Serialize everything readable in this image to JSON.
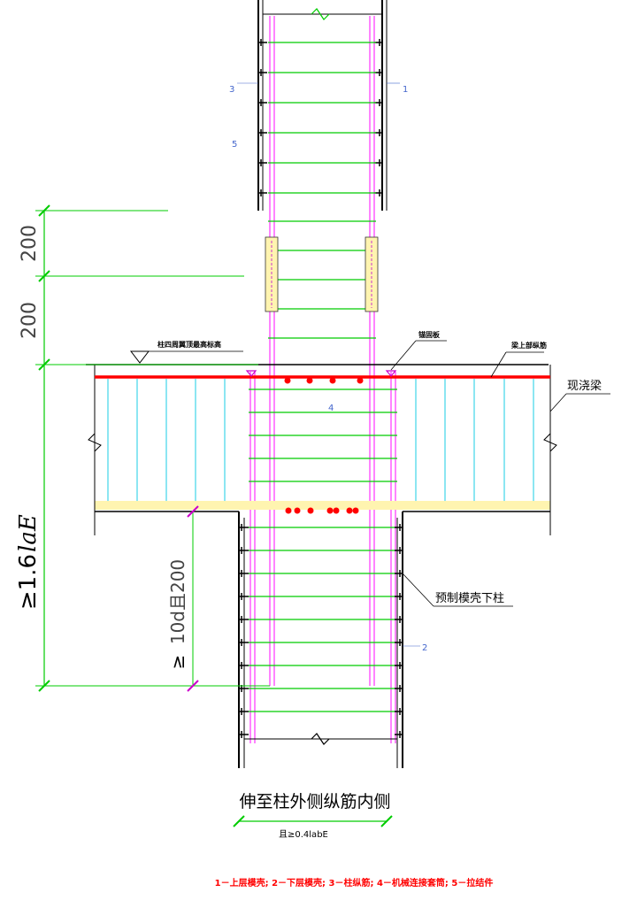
{
  "labels": {
    "dim_200_upper": "200",
    "dim_200_lower": "200",
    "anchor_prefix": "≥1.6",
    "anchor_var": "laE",
    "lower_dim_prefix": "≥",
    "lower_dim_text": "10d且200",
    "col_top_label": "柱四周翼顶最高标高",
    "stirrup_label": "锚固板",
    "beam_bar_label": "梁上部纵筋",
    "cast_beam": "现浇梁",
    "precast_lower_col": "预制模壳下柱",
    "extend_note": "伸至柱外侧纵筋内侧",
    "extend_dim": "且≥0.4labE",
    "num_1": "1",
    "num_2": "2",
    "num_3": "3",
    "num_4": "4",
    "num_5": "5"
  },
  "legend": "1－上层模壳; 2－下层模壳; 3－柱纵筋; 4－机械连接套筒; 5－拉结件",
  "colors": {
    "line": "#000000",
    "green": "#00cc00",
    "magenta": "#ff33ff",
    "red": "#ff0000",
    "cyan": "#66ddee",
    "yellow": "#fff4b0",
    "blue": "#4466cc",
    "dim_text": "#222222"
  }
}
